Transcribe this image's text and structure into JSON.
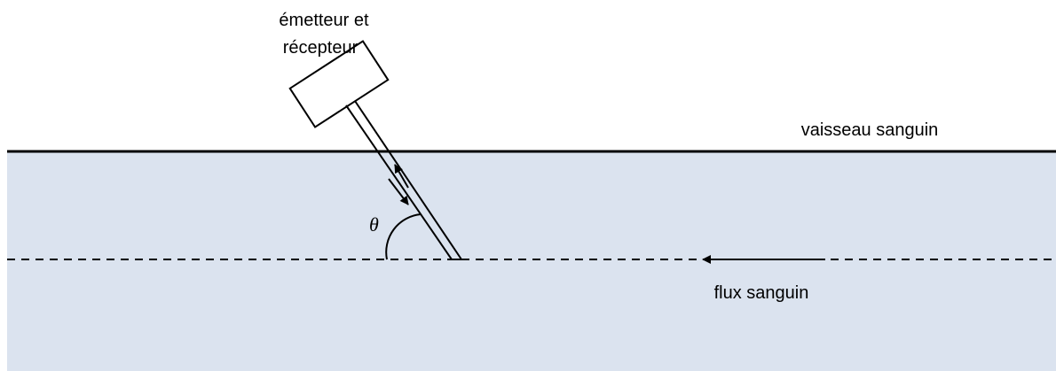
{
  "diagram": {
    "labels": {
      "transducer_line1": "émetteur et",
      "transducer_line2": "récepteur",
      "vessel": "vaisseau sanguin",
      "flow": "flux sanguin",
      "angle": "θ"
    },
    "colors": {
      "blood": "#dbe3ef",
      "stroke": "#000000",
      "background": "#ffffff"
    }
  }
}
